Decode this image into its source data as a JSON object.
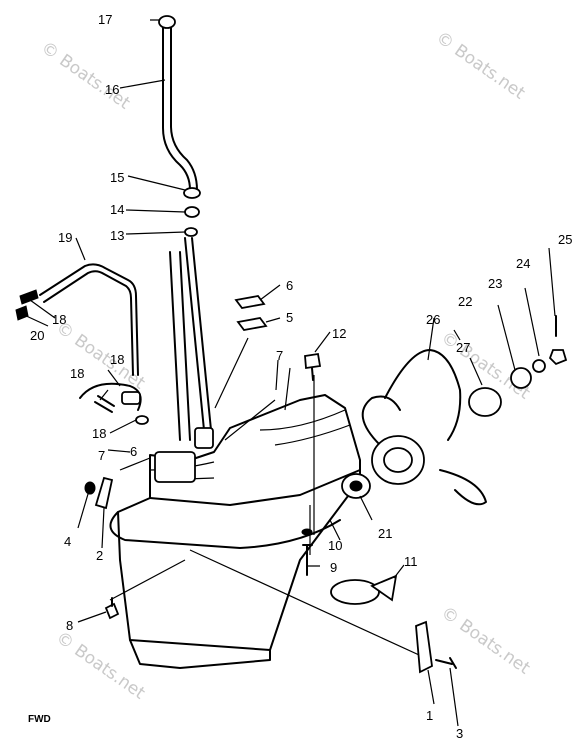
{
  "watermarks": [
    "© Boats.net",
    "© Boats.net",
    "© Boats.net",
    "© Boats.net",
    "© Boats.net",
    "© Boats.net"
  ],
  "callouts": {
    "c1": "1",
    "c2": "2",
    "c3": "3",
    "c4": "4",
    "c5": "5",
    "c6a": "6",
    "c6b": "6",
    "c7a": "7",
    "c7b": "7",
    "c8": "8",
    "c9": "9",
    "c10": "10",
    "c11": "11",
    "c12": "12",
    "c13": "13",
    "c14": "14",
    "c15": "15",
    "c16": "16",
    "c17": "17",
    "c18a": "18",
    "c18b": "18",
    "c18c": "18",
    "c18d": "18",
    "c19": "19",
    "c20": "20",
    "c21": "21",
    "c22": "22",
    "c23": "23",
    "c24": "24",
    "c25": "25",
    "c26": "26",
    "c27": "27"
  },
  "fwd_badge": "FWD"
}
